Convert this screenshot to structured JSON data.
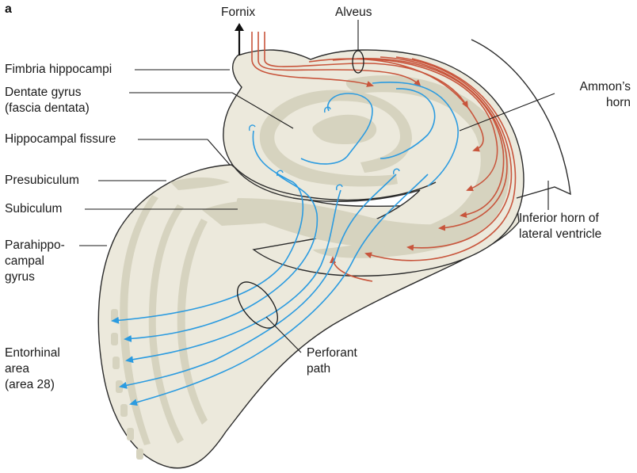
{
  "panel_label": "a",
  "labels": {
    "fornix": "Fornix",
    "alveus": "Alveus",
    "fimbria": "Fimbria hippocampi",
    "dentate": "Dentate gyrus\n(fascia dentata)",
    "fissure": "Hippocampal fissure",
    "presubiculum": "Presubiculum",
    "subiculum": "Subiculum",
    "parahippocampal": "Parahippo-\ncampal\ngyrus",
    "entorhinal": "Entorhinal\narea\n(area 28)",
    "ammons_horn": "Ammon’s\nhorn",
    "inferior_horn": "Inferior horn of\nlateral ventricle",
    "perforant": "Perforant\npath"
  },
  "colors": {
    "tissue": "#ece9dc",
    "gray_matter": "#d6d3bf",
    "outline": "#2b2b2b",
    "efferent_red": "#c8553c",
    "perforant_blue": "#2b9be0"
  }
}
